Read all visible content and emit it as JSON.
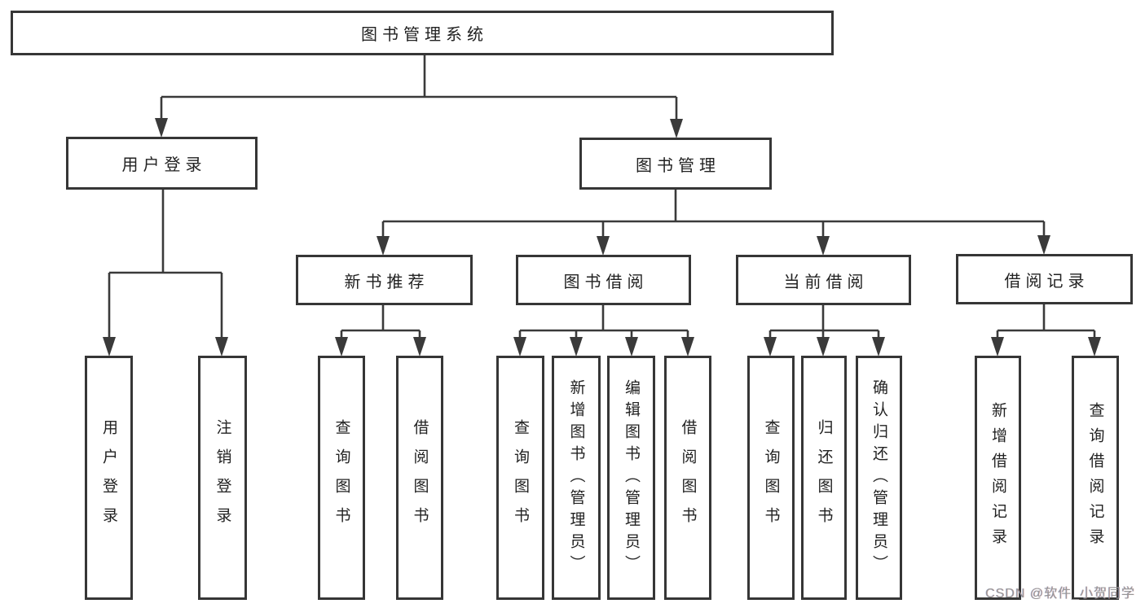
{
  "diagram": {
    "watermark": "CSDN @软件_小贺同学",
    "colors": {
      "line": "#3a3a3a",
      "box_border": "#363636",
      "text": "#222222",
      "watermark_text": "#979797",
      "background": "#ffffff"
    },
    "nodes": {
      "root": {
        "label": "图书管理系统"
      },
      "level2": [
        {
          "label": "用户登录"
        },
        {
          "label": "图书管理"
        }
      ],
      "level3": [
        {
          "label": "新书推荐"
        },
        {
          "label": "图书借阅"
        },
        {
          "label": "当前借阅"
        },
        {
          "label": "借阅记录"
        }
      ],
      "leaves": {
        "user": [
          "用户登录",
          "注销登录"
        ],
        "recommend": [
          "查询图书",
          "借阅图书"
        ],
        "borrow": [
          "查询图书",
          "新增图书（管理员）",
          "编辑图书（管理员）",
          "借阅图书"
        ],
        "current": [
          "查询图书",
          "归还图书",
          "确认归还（管理员）"
        ],
        "record": [
          "新增借阅记录",
          "查询借阅记录"
        ]
      }
    }
  }
}
